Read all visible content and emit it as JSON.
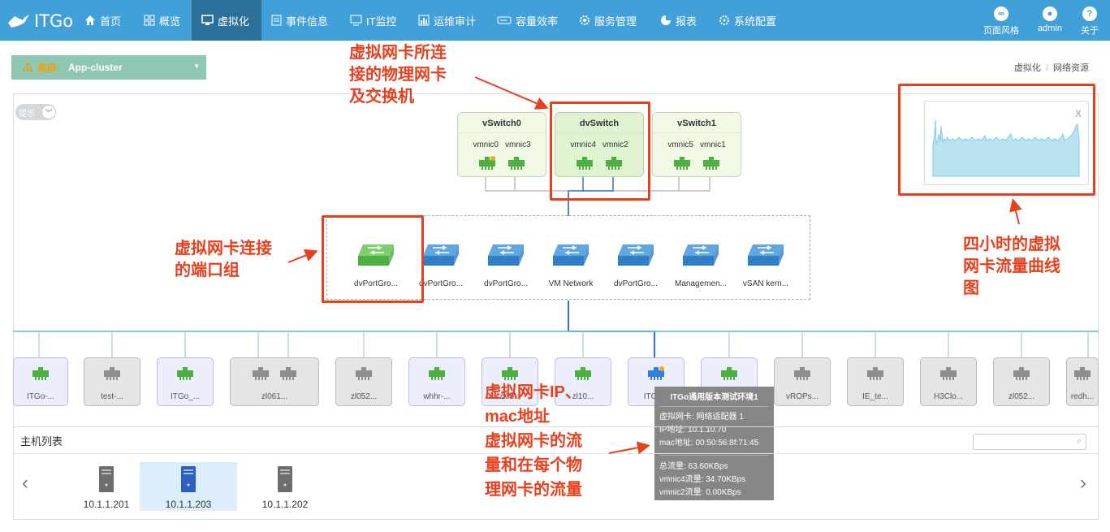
{
  "app": {
    "logo_text": "ITGo"
  },
  "nav": {
    "items": [
      {
        "label": "首页",
        "icon": "home-icon"
      },
      {
        "label": "概览",
        "icon": "grid-icon"
      },
      {
        "label": "虚拟化",
        "icon": "monitor-icon",
        "active": true
      },
      {
        "label": "事件信息",
        "icon": "document-icon"
      },
      {
        "label": "IT监控",
        "icon": "screen-icon"
      },
      {
        "label": "运维审计",
        "icon": "chart-icon"
      },
      {
        "label": "容量效率",
        "icon": "drive-icon"
      },
      {
        "label": "服务管理",
        "icon": "gear-icon"
      },
      {
        "label": "报表",
        "icon": "pie-icon"
      },
      {
        "label": "系统配置",
        "icon": "cog-icon"
      }
    ],
    "right": [
      {
        "label": "页面风格",
        "icon": "link-icon"
      },
      {
        "label": "admin",
        "icon": "user-icon"
      },
      {
        "label": "关于",
        "icon": "question-icon"
      }
    ]
  },
  "cluster": {
    "prefix": "集群:",
    "name": "App-cluster"
  },
  "breadcrumb": [
    "虚拟化",
    "网络资源"
  ],
  "hint": {
    "label": "提示"
  },
  "vswitches": [
    {
      "name": "vSwitch0",
      "nics": [
        "vmnic0",
        "vmnic3"
      ]
    },
    {
      "name": "dvSwitch",
      "nics": [
        "vmnic4",
        "vmnic2"
      ]
    },
    {
      "name": "vSwitch1",
      "nics": [
        "vmnic5",
        "vmnic1"
      ]
    }
  ],
  "portgroups": [
    "dvPortGro...",
    "dvPortGro...",
    "dvPortGro...",
    "VM Network",
    "dvPortGro...",
    "Managemen...",
    "vSAN kern..."
  ],
  "vms": [
    "ITGo-...",
    "test-...",
    "ITGo_...",
    "zl061...",
    "zl052...",
    "whhr-...",
    "zl05...",
    "zl10...",
    "ITGo...",
    "",
    "vROPs...",
    "IE_te...",
    "H3Clo...",
    "zl052...",
    "redh..."
  ],
  "chart": {
    "close": "X",
    "colors": {
      "fill": "#b9e3f2",
      "line": "#7ecbe6"
    }
  },
  "tooltip": {
    "title": "ITGo通用版本测试环境1",
    "vnic": "虚拟网卡: 网络适配器 1",
    "ip": "IP地址: 10.1.10.70",
    "mac": "mac地址: 00:50:56:8f:71:45",
    "total": "总流量: 63.60KBps",
    "nic4": "vmnic4流量: 34.70KBps",
    "nic2": "vmnic2流量: 0.00KBps"
  },
  "annotations": {
    "a1": [
      "虚拟网卡所连",
      "接的物理网卡",
      "及交换机"
    ],
    "a2": [
      "虚拟网卡连接",
      "的端口组"
    ],
    "a3": [
      "四小时的虚拟",
      "网卡流量曲线",
      "图"
    ],
    "a4": [
      "虚拟网卡IP、",
      "mac地址",
      "虚拟网卡的流",
      "量和在每个物",
      "理网卡的流量"
    ]
  },
  "hostlist": {
    "title": "主机列表",
    "hosts": [
      "10.1.1.201",
      "10.1.1.203",
      "10.1.1.202"
    ],
    "search_placeholder": ""
  },
  "colors": {
    "nav": "#42a0d8",
    "nav_active": "#2c6f98",
    "annotation": "#e8401e",
    "port_green": "#4caf3f",
    "port_gray": "#8d8d8d",
    "port_blue": "#2f7fe0"
  }
}
